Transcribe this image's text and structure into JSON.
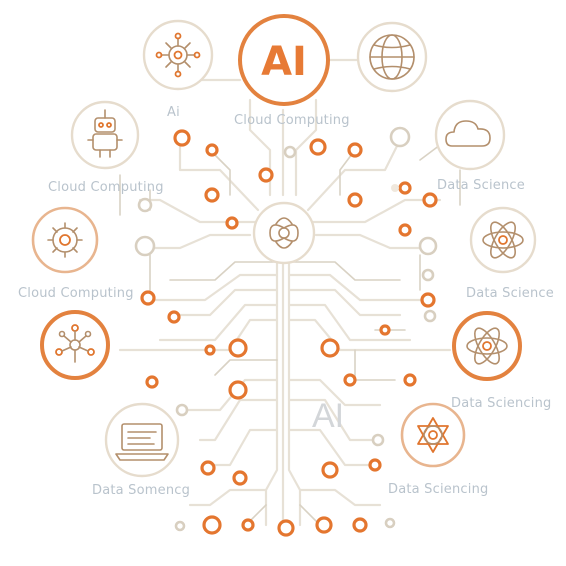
{
  "labels": {
    "top_left_badge": "Ai",
    "top_center_badge": "Cloud Computing",
    "left_upper": "Cloud Computing",
    "left_middle": "Cloud Computing",
    "right_upper": "Data Science",
    "right_middle": "Data Science",
    "right_lower": "Data Sciencing",
    "bottom_right": "Data Sciencing",
    "bottom_left": "Data Somencg",
    "trunk_text": "AI",
    "top_logo": "AI"
  },
  "colors": {
    "accent": "#e4762f",
    "trace": "#e7e1d6",
    "label": "#b9c3cc"
  },
  "icons": [
    "network-hub-icon",
    "ai-logo-icon",
    "globe-icon",
    "robot-icon",
    "cloud-icon",
    "gear-icon",
    "atom-icon",
    "network-graph-icon",
    "atom-icon",
    "laptop-icon",
    "star-of-david-atom-icon",
    "infinity-knot-icon"
  ]
}
